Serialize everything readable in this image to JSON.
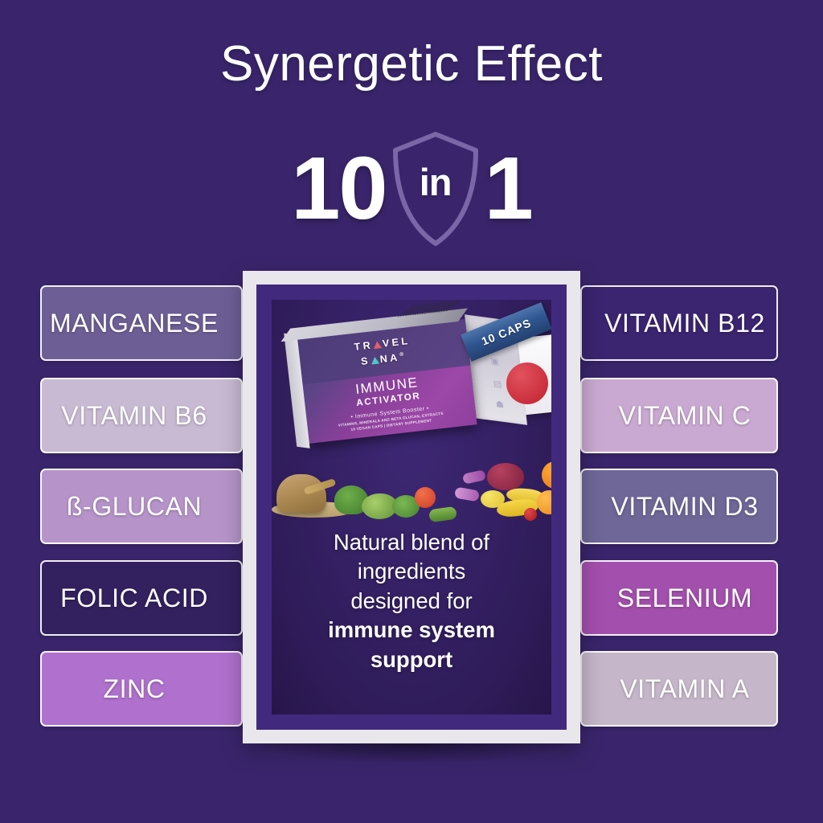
{
  "page": {
    "background_color": "#3a256c",
    "title": "Synergetic Effect"
  },
  "hero": {
    "number_left": "10",
    "shield_word": "in",
    "number_right": "1",
    "shield_color": "#7b66a8"
  },
  "ingredients": {
    "left": [
      {
        "label": "MANGANESE",
        "color": "#6d5f96"
      },
      {
        "label": "VITAMIN B6",
        "color": "#c8bad3"
      },
      {
        "label": "ß-GLUCAN",
        "color": "#b694ca"
      },
      {
        "label": "FOLIC ACID",
        "color": "#33205f"
      },
      {
        "label": "ZINC",
        "color": "#b070cd"
      }
    ],
    "right": [
      {
        "label": "VITAMIN B12",
        "color": "#3b2470"
      },
      {
        "label": "VITAMIN C",
        "color": "#c9a9d1"
      },
      {
        "label": "VITAMIN D3",
        "color": "#6f6798"
      },
      {
        "label": "SELENIUM",
        "color": "#a34fad"
      },
      {
        "label": "VITAMIN A",
        "color": "#c5b7c9"
      }
    ]
  },
  "product": {
    "brand_line1_a": "TR",
    "brand_line1_b": "VEL",
    "brand_line2_a": "S",
    "brand_line2_b": "N",
    "brand_line2_c": "A",
    "brand_registered": "®",
    "name": "IMMUNE",
    "subtitle": "ACTIVATOR",
    "tagline": "• Immune System Booster •",
    "fineprint_line1": "VITAMINS, MINERALS AND BETA GLUCAN, EXTRACTS",
    "fineprint_line2": "10 VEGAN CAPS  |  DIETARY SUPPLEMENT",
    "caps_badge": "10 CAPS"
  },
  "caption": {
    "line1": "Natural blend of",
    "line2": "ingredients",
    "line3": "designed for",
    "bold1": "immune system",
    "bold2": "support"
  }
}
